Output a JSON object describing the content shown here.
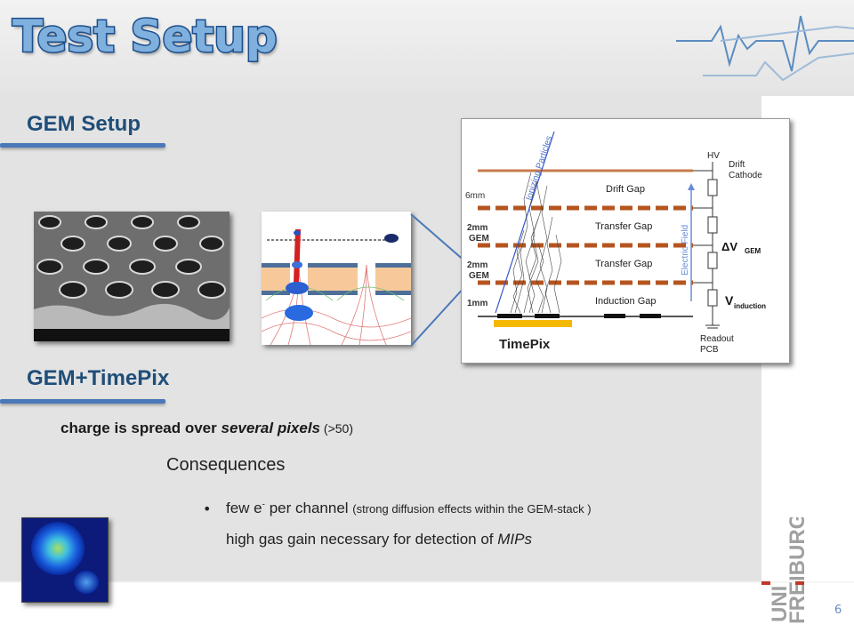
{
  "slide": {
    "title": "Test Setup",
    "page_number": "6"
  },
  "sections": {
    "gem_setup": "GEM Setup",
    "gem_timepix": "GEM+TimePix"
  },
  "body": {
    "line1_a": "charge is spread over ",
    "line1_b": "several pixels",
    "line1_c": " (>50)",
    "consequences": "Consequences",
    "bullet_a": "few e",
    "bullet_sup": "-",
    "bullet_b": " per channel ",
    "bullet_c": "(strong diffusion effects within the GEM-stack )",
    "line3_a": "high gas gain necessary for detection of ",
    "line3_b": "MIPs"
  },
  "diagram": {
    "ionizing": "Ionizing Particles",
    "hv": "HV",
    "drift_cathode_1": "Drift",
    "drift_cathode_2": "Cathode",
    "six_mm": "6mm",
    "drift_gap": "Drift Gap",
    "two_mm_1": "2mm",
    "gem_1": "GEM",
    "transfer_gap_1": "Transfer Gap",
    "two_mm_2": "2mm",
    "gem_2": "GEM",
    "transfer_gap_2": "Transfer Gap",
    "one_mm": "1mm",
    "induction_gap": "Induction Gap",
    "electric_field": "Electric Field",
    "delta_v": "ΔV",
    "v_gem_sub": "GEM",
    "v_ind": "V",
    "v_ind_sub": "induction",
    "readout_1": "Readout",
    "readout_2": "PCB",
    "timepix": "TimePix"
  },
  "logo": {
    "text_1": "UNI",
    "text_2": "FREIBURG"
  },
  "colors": {
    "title": "#1b4e8c",
    "section": "#1f4e79",
    "accent_line": "#4a78b8",
    "gem_dashed": "#b5541e",
    "timepix_bar": "#f5b800"
  }
}
